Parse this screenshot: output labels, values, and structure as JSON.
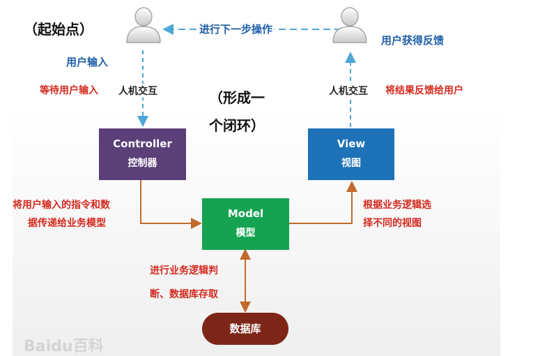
{
  "labels": {
    "start": "（起始点）",
    "next_step": "进行下一步操作",
    "feedback": "用户获得反馈",
    "user_input": "用户输入",
    "wait_input": "等待用户输入",
    "human_left": "人机交互",
    "human_right": "人机交互",
    "closed_loop_1": "（形成一",
    "closed_loop_2": "个闭环）",
    "to_user": "将结果反馈给用户",
    "controller_to_model_1": "将用户输入的指令和数",
    "controller_to_model_2": "据传递给业务模型",
    "model_to_view_1": "根据业务逻辑选",
    "model_to_view_2": "择不同的视图",
    "model_to_db_1": "进行业务逻辑判",
    "model_to_db_2": "断、数据库存取"
  },
  "boxes": {
    "controller_en": "Controller",
    "controller_cn": "控制器",
    "view_en": "View",
    "view_cn": "视图",
    "model_en": "Model",
    "model_cn": "模型",
    "database": "数据库"
  },
  "colors": {
    "controller": "#5a3f78",
    "view": "#1e72b8",
    "model": "#16a351",
    "database": "#7d2618",
    "arrow_orange": "#c26a2a",
    "arrow_dashed": "#4da6d6"
  },
  "icons": [
    "user-icon",
    "user-icon"
  ],
  "watermark": "Baidu百科"
}
